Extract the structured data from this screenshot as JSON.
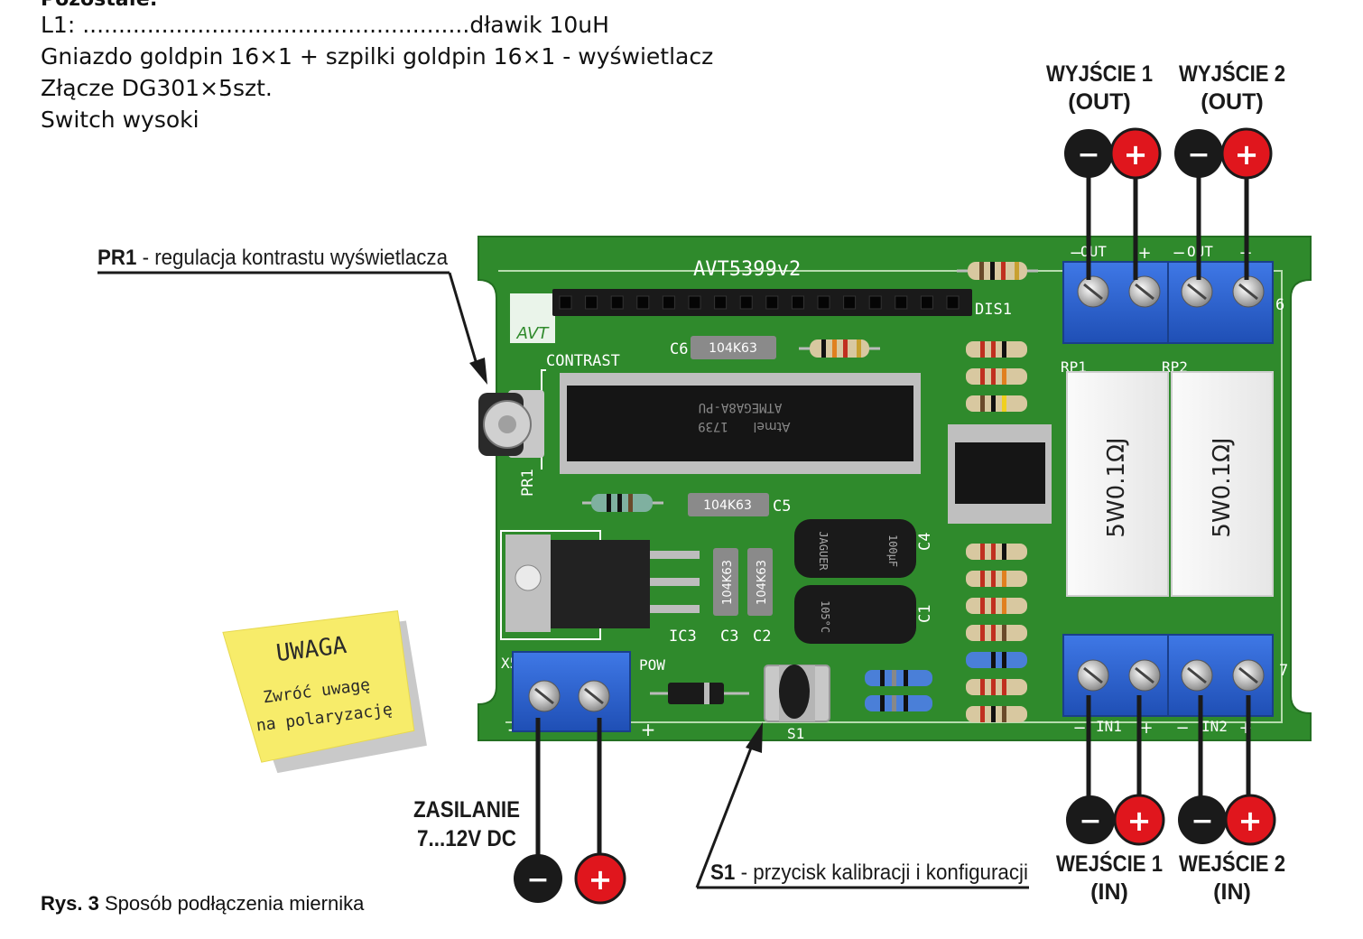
{
  "parts_list": {
    "header": "Pozostałe:",
    "lines": [
      "L1: ......................................................dławik 10uH",
      "Gniazdo goldpin 16×1 + szpilki goldpin 16×1 - wyświetlacz",
      "Złącze DG301×5szt.",
      "Switch wysoki"
    ]
  },
  "callouts": {
    "pr1_ref": "PR1",
    "pr1_text": " - regulacja kontrastu wyświetlacza",
    "s1_ref": "S1",
    "s1_text": " - przycisk kalibracji i konfiguracji"
  },
  "outputs": {
    "out1_line1": "WYJŚCIE 1",
    "out1_line2": "(OUT)",
    "out2_line1": "WYJŚCIE 2",
    "out2_line2": "(OUT)"
  },
  "inputs": {
    "in1_line1": "WEJŚCIE 1",
    "in1_line2": "(IN)",
    "in2_line1": "WEJŚCIE 2",
    "in2_line2": "(IN)"
  },
  "power": {
    "line1": "ZASILANIE",
    "line2": "7...12V DC"
  },
  "polarity": {
    "minus": "−",
    "plus": "+"
  },
  "note": {
    "title": "UWAGA",
    "line1": "Zwróć uwagę",
    "line2": "na polaryzację"
  },
  "pcb": {
    "name": "AVT5399v2",
    "logo": "AVT",
    "dis1": "DIS1",
    "contrast": "CONTRAST",
    "pr1": "PR1",
    "c6": "C6",
    "c6_value": "104K63",
    "c5": "C5",
    "c5_value": "104K63",
    "chip_line1": "ATMEGA8A-PU",
    "chip_line2": "1739",
    "chip_brand": "Atmel",
    "ic3": "IC3",
    "c3": "C3",
    "c2": "C2",
    "c3_value": "104K63",
    "c2_value": "104K63",
    "c4": "C4",
    "c1": "C1",
    "pow": "POW",
    "x5": "X5",
    "s1": "S1",
    "rp1": "RP1",
    "rp2": "RP2",
    "rp_value": "5W0.1ΩJ",
    "out_label": "OUT",
    "in1_label": "IN1",
    "in2_label": "IN2",
    "x6": "6",
    "x7": "7",
    "cap_brand": "JAGUER",
    "cap_value": "100µF",
    "cap_temp": "105°C"
  },
  "caption": {
    "ref": "Rys. 3",
    "text": " Sposób podłączenia miernika"
  },
  "colors": {
    "pcb_green": "#2f8a2c",
    "terminal_blue": "#2a5fd0",
    "plus_red": "#e0161d",
    "minus_black": "#1a1a1a",
    "note_yellow": "#f7ec6a"
  }
}
